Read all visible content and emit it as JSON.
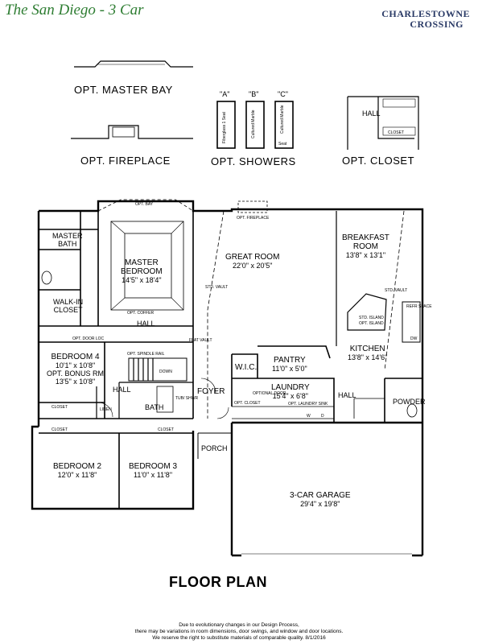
{
  "header": {
    "title": "The San Diego - 3 Car",
    "logo_line1": "CHARLESTOWNE",
    "logo_line2": "CROSSING"
  },
  "options": {
    "master_bay": "OPT. MASTER BAY",
    "fireplace": "OPT. FIREPLACE",
    "showers": "OPT. SHOWERS",
    "closet": "OPT. CLOSET",
    "shower_a": "\"A\"",
    "shower_b": "\"B\"",
    "shower_c": "\"C\"",
    "shower_a_text": "Fiberglass 1 Seat",
    "shower_b_text": "Cultured Marble",
    "shower_c_text": "Cultured Marble",
    "shower_c_seat": "Seat",
    "closet_hall": "HALL",
    "closet_label": "CLOSET"
  },
  "rooms": {
    "great_room": {
      "name": "GREAT ROOM",
      "size": "22'0\" x 20'5\""
    },
    "breakfast": {
      "name1": "BREAKFAST",
      "name2": "ROOM",
      "size": "13'8\" x 13'1\""
    },
    "master_bedroom": {
      "name1": "MASTER",
      "name2": "BEDROOM",
      "size": "14'5\" x 18'4\""
    },
    "master_bath": {
      "name1": "MASTER",
      "name2": "BATH"
    },
    "walk_in": {
      "name1": "WALK-IN",
      "name2": "CLOSET"
    },
    "bedroom4": {
      "name": "BEDROOM 4",
      "size": "10'1\" x 10'8\"",
      "opt": "OPT. BONUS RM",
      "opt_size": "13'5\" x 10'8\""
    },
    "bedroom2": {
      "name": "BEDROOM 2",
      "size": "12'0\" x 11'8\""
    },
    "bedroom3": {
      "name": "BEDROOM 3",
      "size": "11'0\" x 11'8\""
    },
    "kitchen": {
      "name": "KITCHEN",
      "size": "13'8\" x 14'6\""
    },
    "pantry": {
      "name": "PANTRY",
      "size": "11'0\" x 5'0\""
    },
    "laundry": {
      "name": "LAUNDRY",
      "size": "15'4\" x 6'8\""
    },
    "garage": {
      "name": "3-CAR GARAGE",
      "size": "29'4\" x 19'8\""
    },
    "wic": "W.I.C.",
    "foyer": "FOYER",
    "porch": "PORCH",
    "powder": "POWDER",
    "bath": "BATH",
    "hall1": "HALL",
    "hall2": "HALL",
    "hall3": "HALL",
    "down": "DOWN",
    "tub_shwr": "TUB/\nSHWR"
  },
  "notes": {
    "opt_bay": "OPT. BAY",
    "opt_fireplace": "OPT. FIREPLACE",
    "std_vault1": "STD. VAULT",
    "std_vault2": "STD. VAULT",
    "opt_coffer": "OPT. COFFER",
    "opt_door_loc": "OPT. DOOR LOC",
    "opt_spindle": "OPT. SPINDLE RAIL",
    "flat_vault": "FLAT VAULT",
    "opt_closet": "OPT. CLOSET",
    "optional_door": "OPTIONAL DOOR",
    "opt_laundry_sink": "OPT. LAUNDRY SINK",
    "closet1": "CLOSET",
    "closet2": "CLOSET",
    "closet3": "CLOSET",
    "linen": "LINEN",
    "dw": "DW",
    "refr": "REFR SPACE",
    "std_island": "STD. ISLAND",
    "opt_island": "OPT. ISLAND",
    "w": "W",
    "d": "D"
  },
  "footer": {
    "plan_title": "FLOOR PLAN",
    "line1": "Due to evolutionary changes in our Design Process,",
    "line2": "there may be variations in room dimensions, door swings, and window and door locations.",
    "line3": "We reserve the right to substitute materials of comparable quality. 8/1/2016"
  }
}
